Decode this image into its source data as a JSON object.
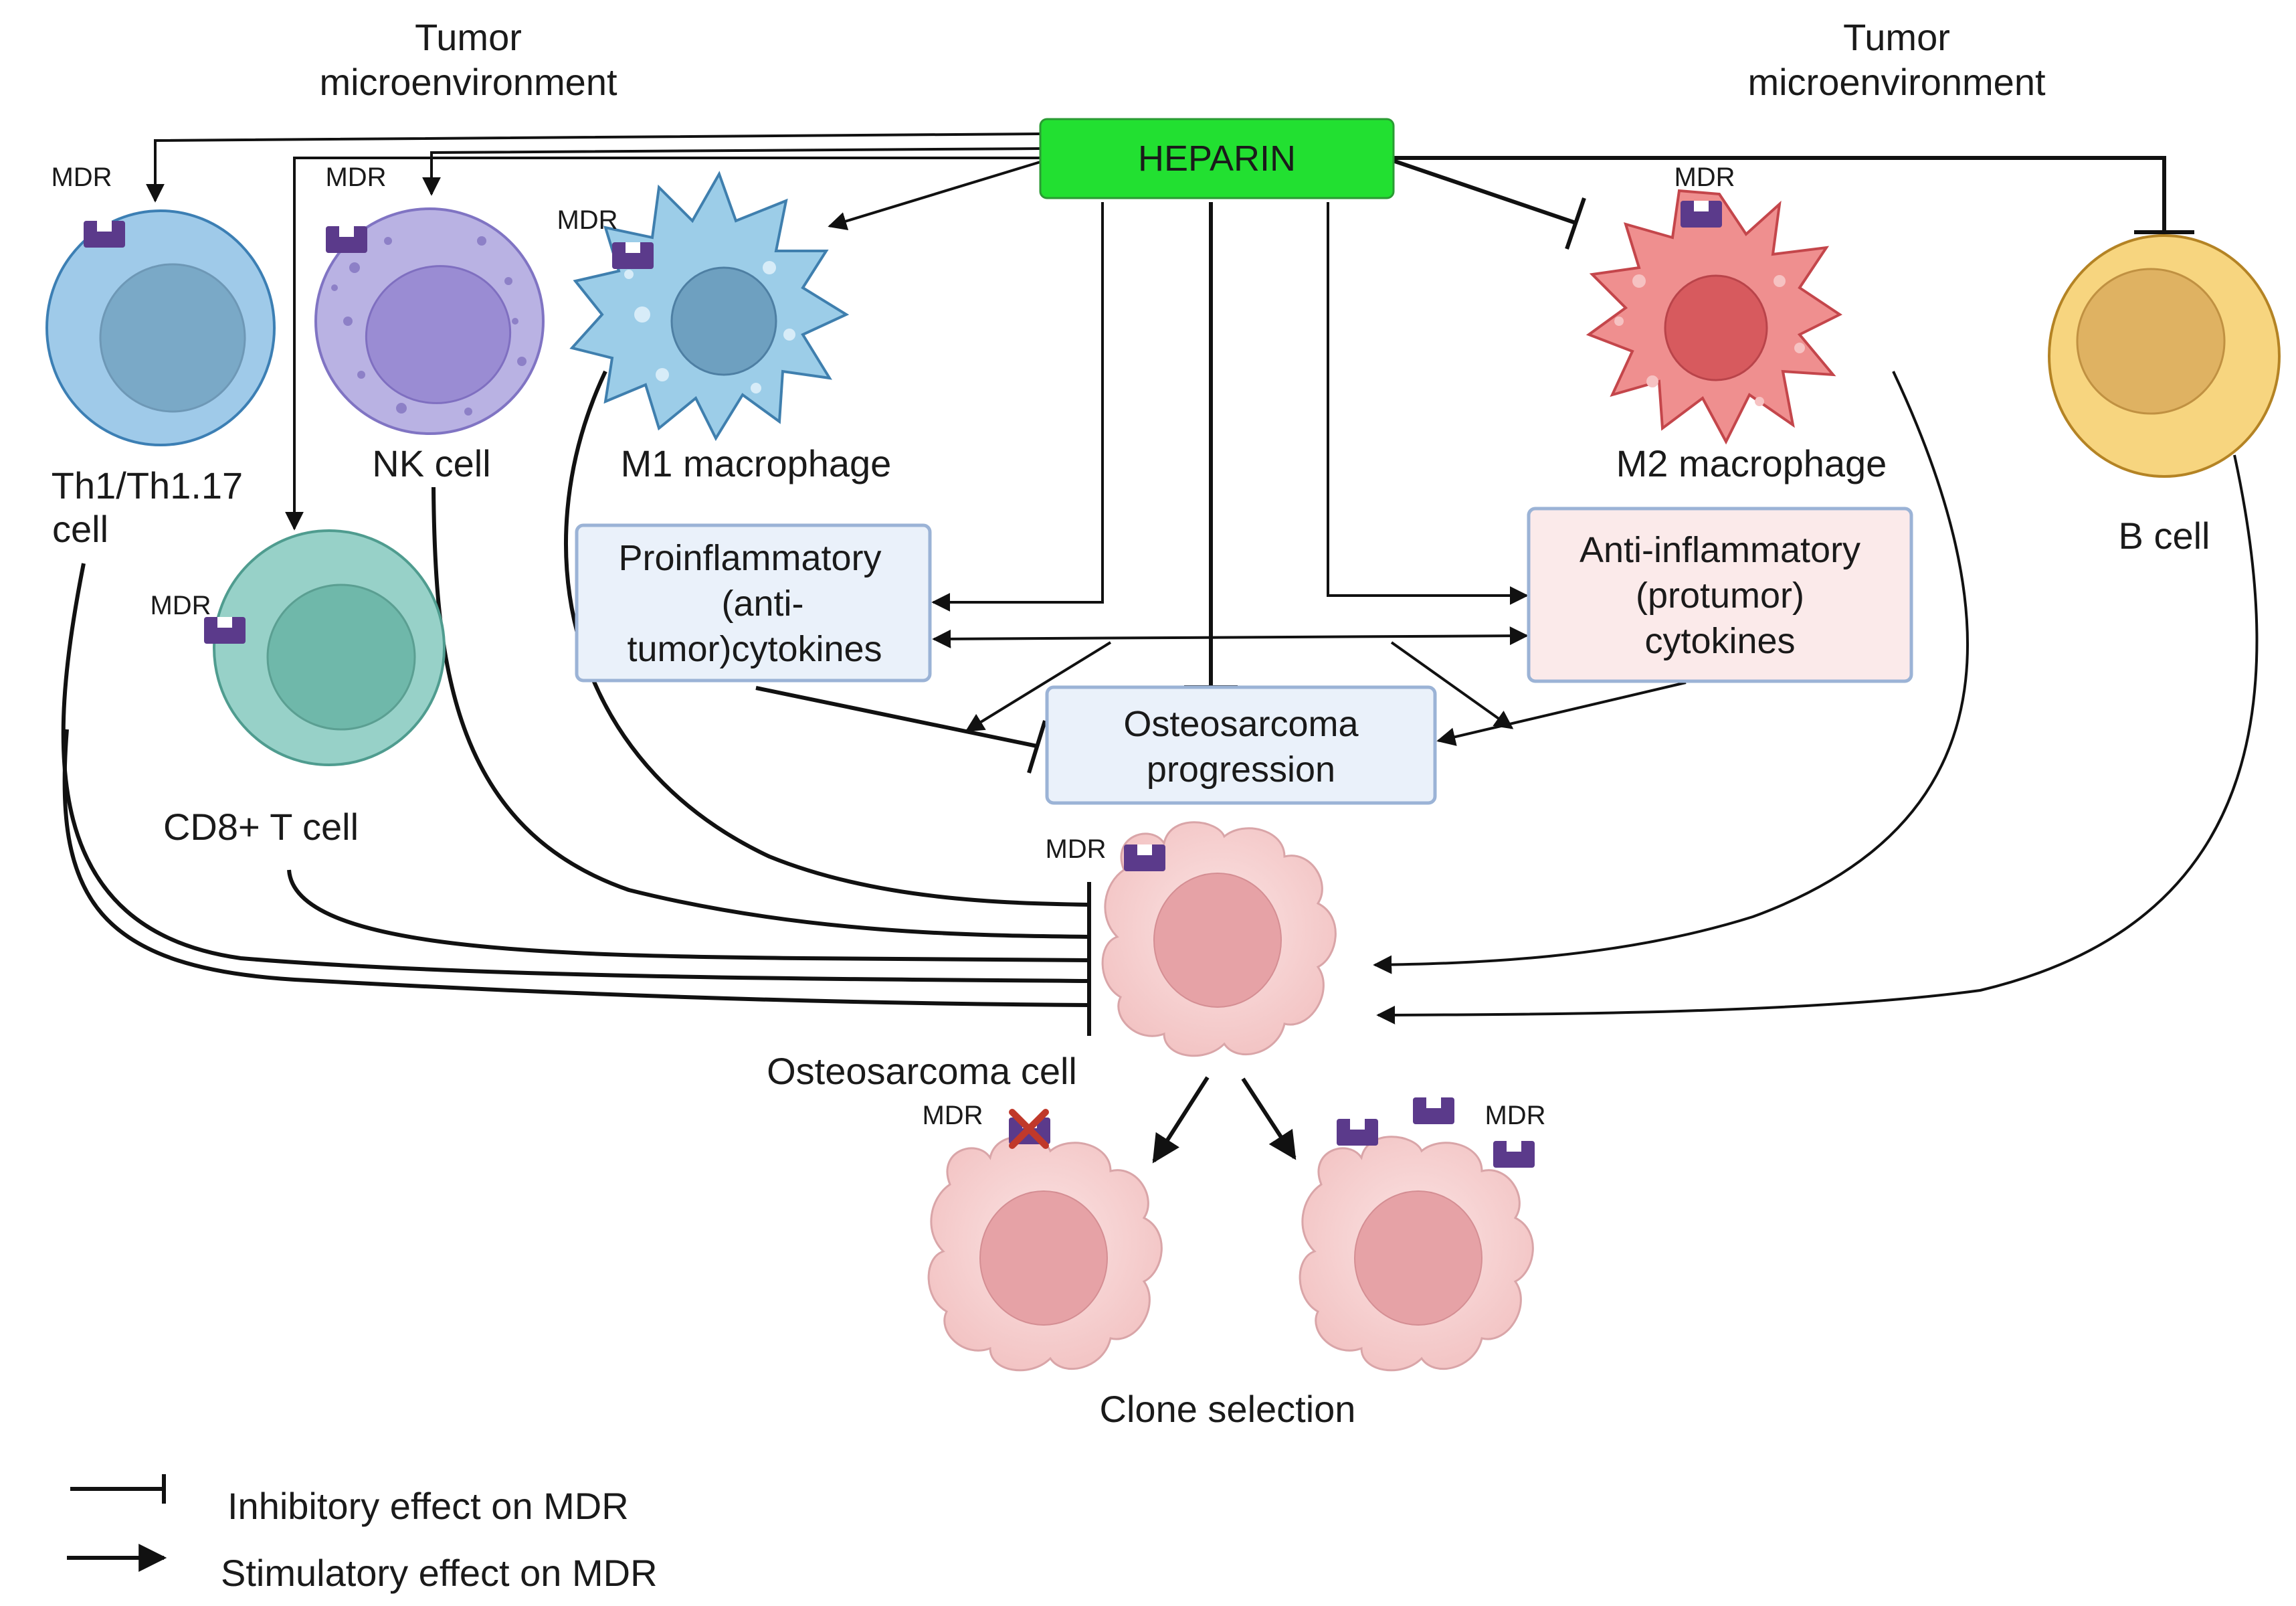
{
  "environment_labels": {
    "left": [
      "Tumor",
      "microenvironment"
    ],
    "right": [
      "Tumor",
      "microenvironment"
    ]
  },
  "central_node": {
    "label": "HEPARIN",
    "color": "#22e031",
    "border": "#2a9b33"
  },
  "mdr_label": "MDR",
  "cells": {
    "th1": {
      "label_lines": [
        "Th1/Th1.17",
        "cell"
      ],
      "color": "#9fcae9",
      "nucleus": "#7aa9c7"
    },
    "nk": {
      "label": "NK cell",
      "color": "#b9b2e3",
      "nucleus": "#9a8cd3"
    },
    "cd8": {
      "label": "CD8+ T cell",
      "color": "#97d1c8",
      "nucleus": "#6fb8aa"
    },
    "m1": {
      "label": "M1 macrophage",
      "color": "#9ccde8",
      "nucleus": "#6ea0c0"
    },
    "m2": {
      "label": "M2 macrophage",
      "color": "#ef8f8f",
      "nucleus": "#d75a5e"
    },
    "bcell": {
      "label": "B cell",
      "color": "#f7d57f",
      "nucleus": "#dfb262"
    },
    "osteosarcoma": {
      "label": "Osteosarcoma cell",
      "color": "#f7d2d2",
      "nucleus": "#e6a2a6"
    }
  },
  "boxes": {
    "pro": {
      "lines": [
        "Proinflammatory",
        "(anti-",
        "tumor)cytokines"
      ],
      "fill": "#eaf1fa",
      "border": "#9bb3d6"
    },
    "anti": {
      "lines": [
        "Anti-inflammatory",
        "(protumor)",
        "cytokines"
      ],
      "fill": "#fbeaea",
      "border": "#9bb3d6"
    },
    "progression": {
      "lines": [
        "Osteosarcoma",
        "progression"
      ],
      "fill": "#eaf1fa",
      "border": "#9bb3d6"
    }
  },
  "clone_selection_label": "Clone selection",
  "mdr_pump_color": "#5b3a8b",
  "mdr_cross_color": "#c0392b",
  "legend": {
    "inhibitory": "Inhibitory effect on MDR",
    "stimulatory": "Stimulatory effect on MDR"
  }
}
